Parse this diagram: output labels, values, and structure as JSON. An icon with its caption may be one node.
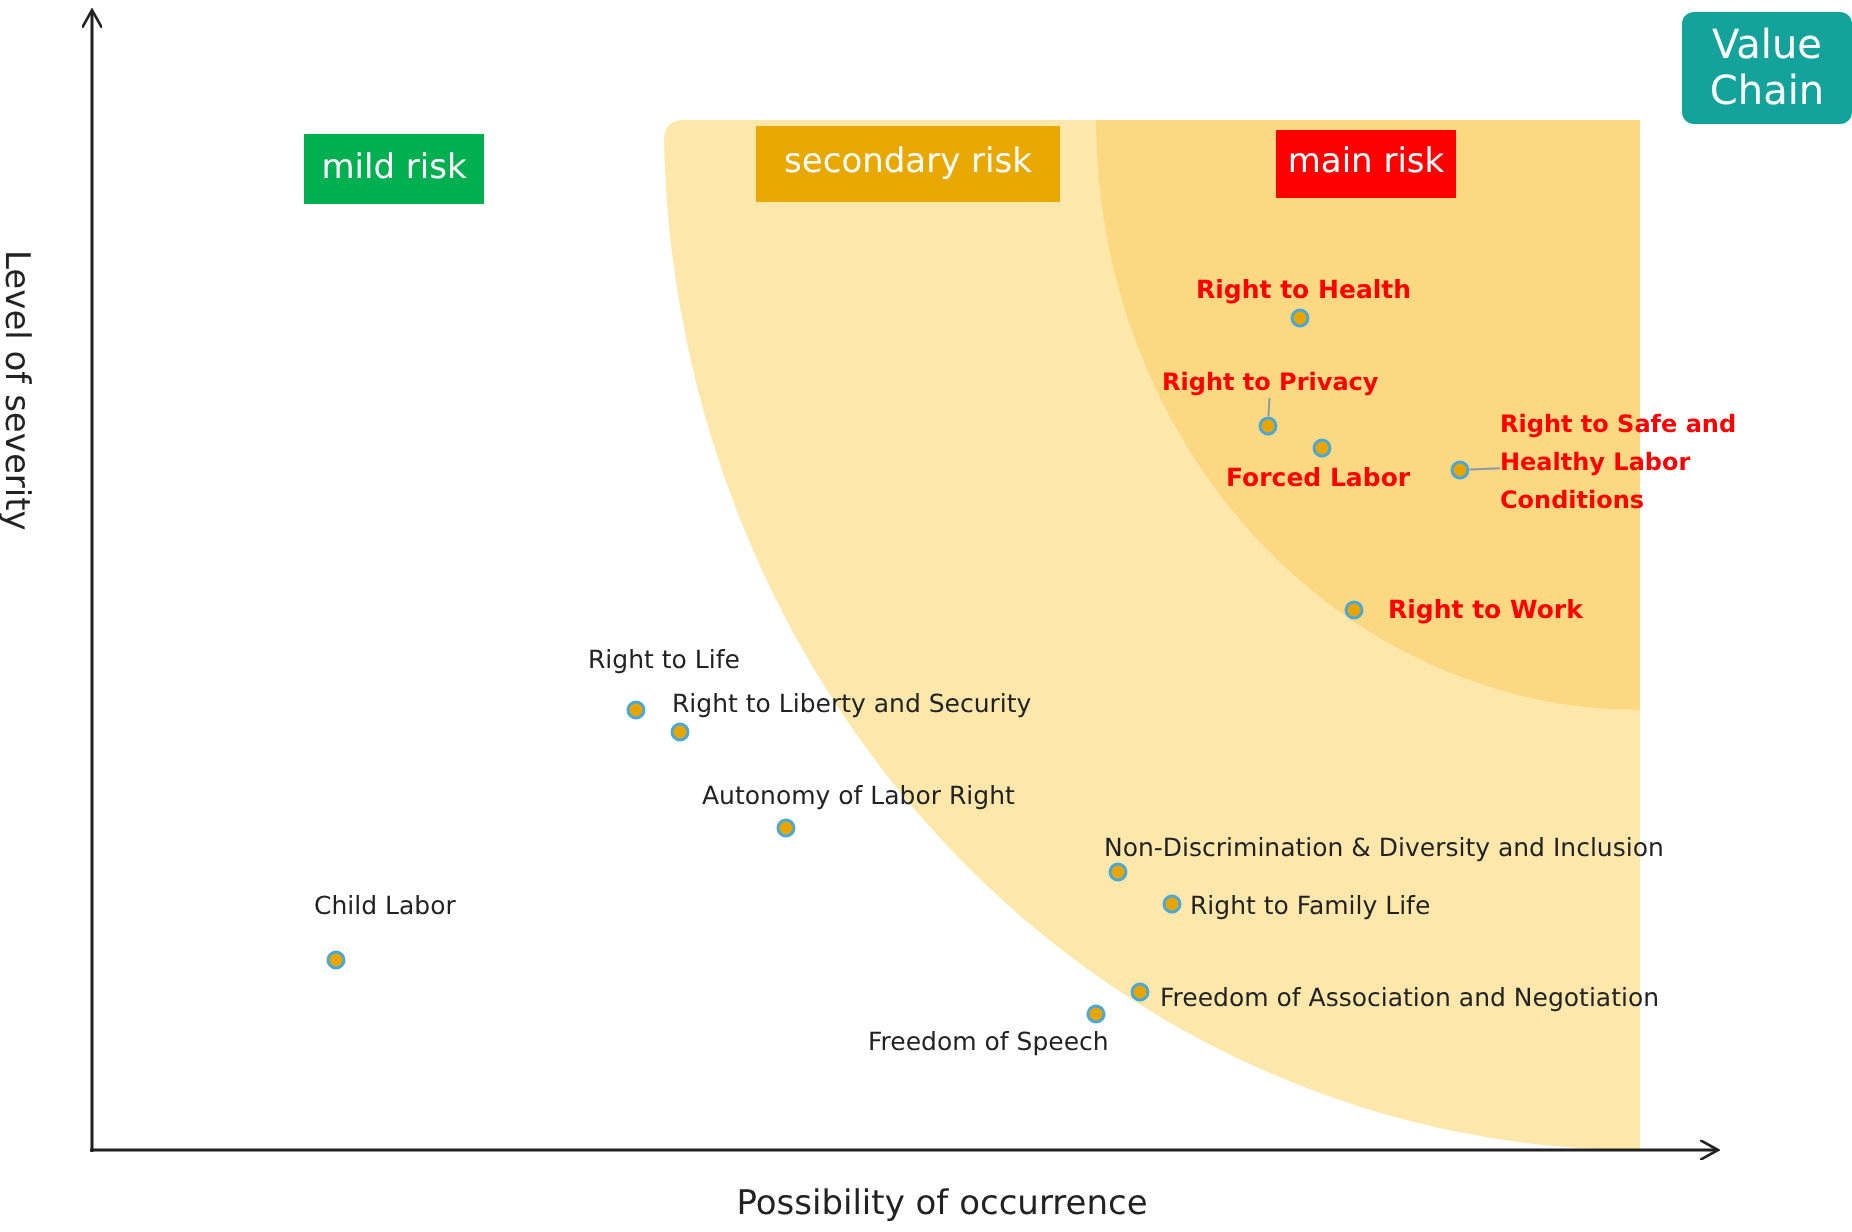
{
  "diagram": {
    "nodes": [
      {
        "text": [
          "Value Chain"
        ]
      },
      {
        "text": [
          "mild risk"
        ]
      },
      {
        "text": [
          "secondary risk"
        ]
      },
      {
        "text": [
          "main risk"
        ]
      },
      {
        "text": [
          "Right to Privacy"
        ]
      },
      {
        "text": [],
        "shape": "circle"
      },
      {
        "text": [
          "Right to Safe and Healthy Labor Conditions"
        ]
      },
      {
        "text": [],
        "shape": "circle"
      }
    ],
    "edges": [
      {
        "from": 4,
        "to": 5,
        "arrow": "none"
      },
      {
        "from": 6,
        "to": 7,
        "arrow": "none"
      }
    ],
    "labels": [
      "Level of severity",
      "Right to Health",
      "Forced Labor",
      "Right to Work",
      "Right to Life",
      "Right to Liberty and Security",
      "Autonomy of Labor Right",
      "Non-Discrimination & Diversity and Inclusion",
      "Child Labor",
      "Right to Family Life",
      "Freedom of Association and Negotiation",
      "Freedom of Speech",
      "Possibility of occurrence"
    ]
  }
}
